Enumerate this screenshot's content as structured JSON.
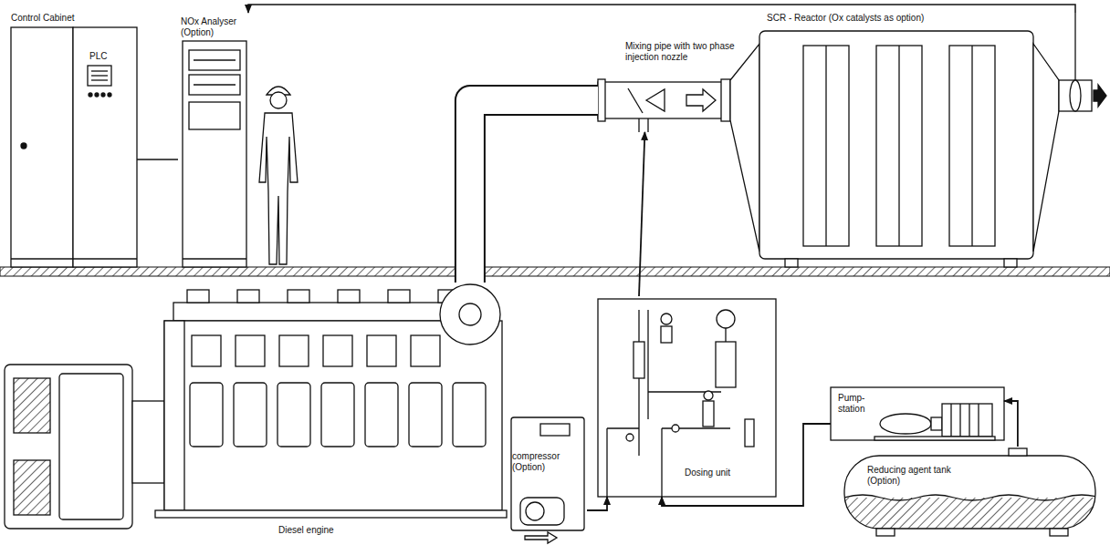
{
  "diagram": {
    "nodes": [
      {
        "text": [
          "Control Cabinet",
          "PLC"
        ]
      },
      {
        "text": [
          "NOx Analyser (Option)"
        ]
      },
      {
        "text": [
          "Mixing pipe with two phase injection nozzle"
        ]
      },
      {
        "text": [
          "SCR - Reactor (Ox catalysts as option)"
        ]
      },
      {
        "text": [
          "Diesel engine"
        ]
      },
      {
        "text": [
          "compressor (Option)"
        ]
      },
      {
        "text": [
          "Dosing unit"
        ]
      },
      {
        "text": [
          "Pump-station"
        ]
      },
      {
        "text": [
          "Reducing agent tank (Option)"
        ]
      }
    ],
    "edges": [
      {
        "from": 3,
        "to": 1,
        "arrow": "to"
      },
      {
        "from": 1,
        "to": 0,
        "arrow": "none"
      },
      {
        "from": 4,
        "to": 2,
        "arrow": "none"
      },
      {
        "from": 5,
        "to": 6,
        "arrow": "to"
      },
      {
        "from": 6,
        "to": 2,
        "arrow": "to"
      },
      {
        "from": 8,
        "to": 7,
        "arrow": "to"
      },
      {
        "from": 7,
        "to": 6,
        "arrow": "to"
      }
    ]
  }
}
